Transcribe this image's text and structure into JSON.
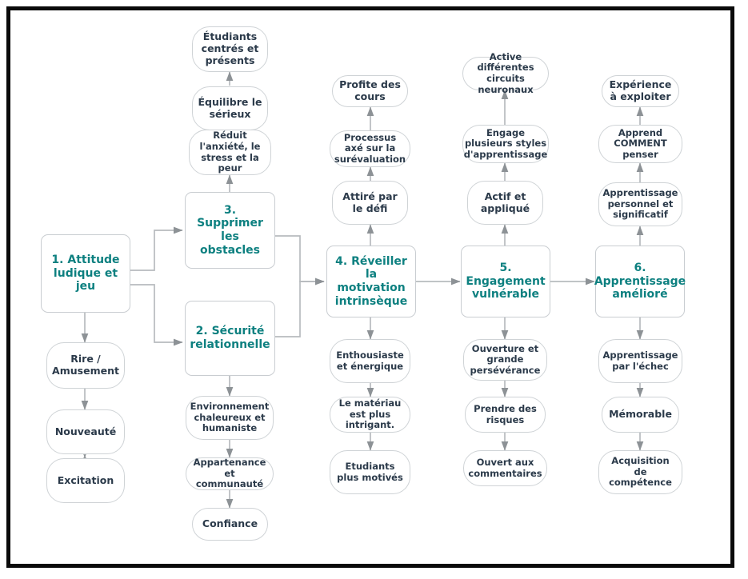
{
  "diagram": {
    "title": "Attitude ludique et jeu - chaine d'apprentissage",
    "colors": {
      "accent": "#0d8080",
      "node_text": "#2b3a4a",
      "node_border": "#cfd3d6",
      "wire": "#b7bbbe",
      "frame": "#0a0a0a",
      "background": "#ffffff"
    },
    "main_nodes": [
      {
        "id": "n1",
        "label": "1. Attitude ludique et jeu"
      },
      {
        "id": "n2",
        "label": "2. Sécurité relationnelle"
      },
      {
        "id": "n3",
        "label": "3. Supprimer les obstacles"
      },
      {
        "id": "n4",
        "label": "4. Réveiller la motivation intrinsèque"
      },
      {
        "id": "n5",
        "label": "5. Engagement vulnérable"
      },
      {
        "id": "n6",
        "label": "6. Apprentissage amélioré"
      }
    ],
    "branch_nodes": [
      {
        "id": "b1",
        "label": "Rire / Amusement"
      },
      {
        "id": "b2",
        "label": "Nouveauté"
      },
      {
        "id": "b3",
        "label": "Excitation"
      },
      {
        "id": "b4",
        "label": "Étudiants centrés et présents"
      },
      {
        "id": "b5",
        "label": "Équilibre le sérieux"
      },
      {
        "id": "b6",
        "label": "Réduit l'anxiété, le stress et la peur"
      },
      {
        "id": "b7",
        "label": "Environnement chaleureux et humaniste"
      },
      {
        "id": "b8",
        "label": "Appartenance et communauté"
      },
      {
        "id": "b9",
        "label": "Confiance"
      },
      {
        "id": "b10",
        "label": "Profite des cours"
      },
      {
        "id": "b11",
        "label": "Processus axé sur la surévaluation"
      },
      {
        "id": "b12",
        "label": "Attiré par le défi"
      },
      {
        "id": "b13",
        "label": "Enthousiaste et énergique"
      },
      {
        "id": "b14",
        "label": "Le matériau est plus intrigant."
      },
      {
        "id": "b15",
        "label": "Etudiants plus motivés"
      },
      {
        "id": "b16",
        "label": "Active différentes circuits neuronaux"
      },
      {
        "id": "b17",
        "label": "Engage plusieurs styles d'apprentissage"
      },
      {
        "id": "b18",
        "label": "Actif et appliqué"
      },
      {
        "id": "b19",
        "label": "Ouverture et grande persévérance"
      },
      {
        "id": "b20",
        "label": "Prendre des risques"
      },
      {
        "id": "b21",
        "label": "Ouvert aux commentaires"
      },
      {
        "id": "b22",
        "label": "Expérience à exploiter"
      },
      {
        "id": "b23",
        "label": "Apprend COMMENT penser"
      },
      {
        "id": "b24",
        "label": "Apprentissage personnel et significatif"
      },
      {
        "id": "b25",
        "label": "Apprentissage par l'échec"
      },
      {
        "id": "b26",
        "label": "Mémorable"
      },
      {
        "id": "b27",
        "label": "Acquisition de compétence"
      }
    ]
  }
}
